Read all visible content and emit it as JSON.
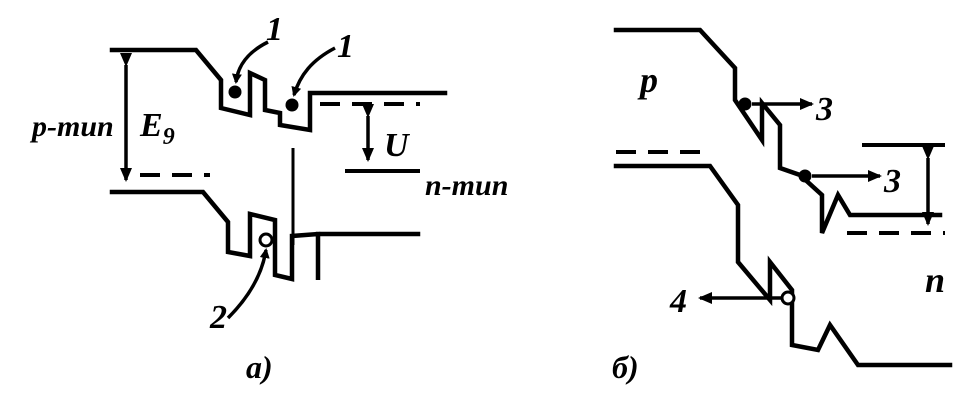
{
  "panel_a": {
    "p_type": "p-тип",
    "n_type": "n-тип",
    "gap": "E",
    "gap_sub": "9",
    "voltage": "U",
    "marker_1": "1",
    "marker_2": "2",
    "caption": "а)"
  },
  "panel_b": {
    "p": "p",
    "n": "n",
    "marker_3": "3",
    "marker_4": "4",
    "caption": "б)"
  },
  "colors": {
    "ink": "#000000",
    "background": "#ffffff"
  }
}
